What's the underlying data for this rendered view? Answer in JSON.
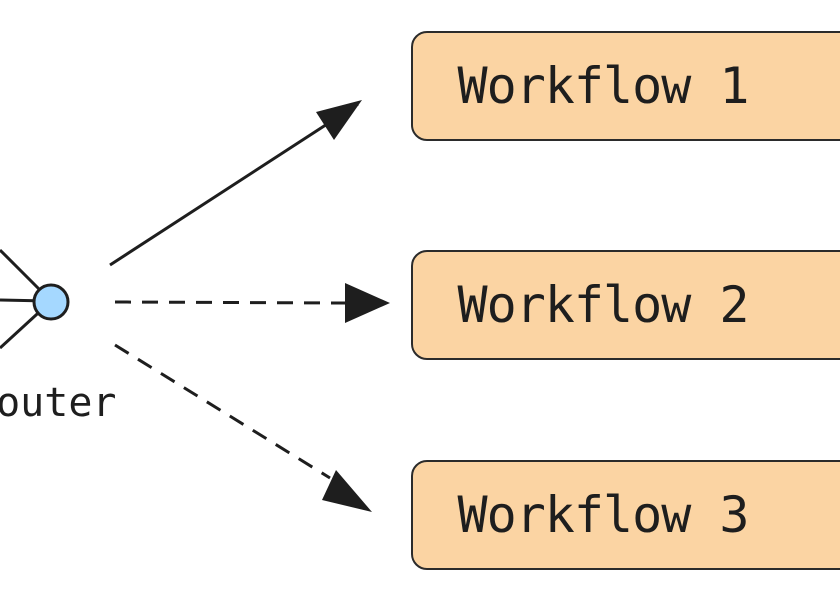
{
  "router": {
    "label": "Router"
  },
  "workflows": [
    {
      "label": "Workflow 1"
    },
    {
      "label": "Workflow 2"
    },
    {
      "label": "Workflow 3"
    }
  ],
  "connections": [
    {
      "to": "Workflow 1",
      "style": "solid"
    },
    {
      "to": "Workflow 2",
      "style": "dashed"
    },
    {
      "to": "Workflow 3",
      "style": "dashed"
    }
  ],
  "colors": {
    "workflow_fill": "#fbd4a3",
    "router_node": "#a5d8ff",
    "stroke": "#1e1e1e"
  }
}
